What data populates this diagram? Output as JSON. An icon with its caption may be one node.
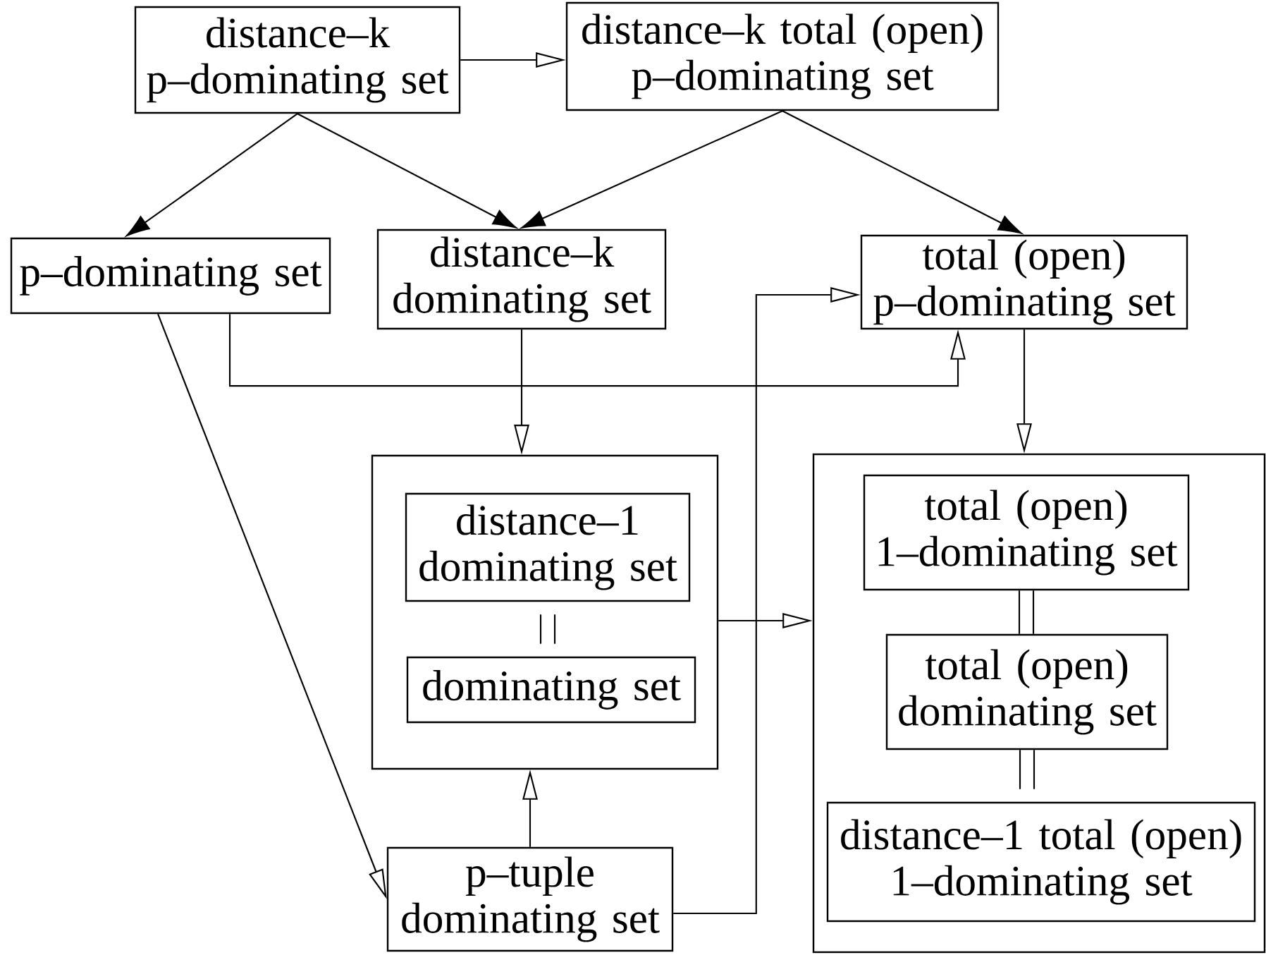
{
  "diagram": {
    "nodes": [
      {
        "text": [
          "distance–k p–dominating set"
        ]
      },
      {
        "text": [
          "distance–k total (open) p–dominating set"
        ]
      },
      {
        "text": [
          "p–dominating set"
        ]
      },
      {
        "text": [
          "distance–k dominating set"
        ]
      },
      {
        "text": [
          "total (open) p–dominating set"
        ]
      },
      {
        "text": [],
        "shape": "box"
      },
      {
        "text": [
          "distance–1 dominating set"
        ],
        "in": 5
      },
      {
        "text": [
          "dominating set"
        ],
        "in": 5
      },
      {
        "text": [
          "p–tuple dominating set"
        ]
      },
      {
        "text": [],
        "shape": "box"
      },
      {
        "text": [
          "total (open) 1–dominating set"
        ],
        "in": 9
      },
      {
        "text": [
          "total (open) dominating set"
        ],
        "in": 9
      },
      {
        "text": [
          "distance–1 total (open) 1–dominating set"
        ],
        "in": 9
      }
    ],
    "edges": [
      {
        "from": 0,
        "to": 1,
        "arrow": "to"
      },
      {
        "from": 0,
        "to": 2,
        "arrow": "to"
      },
      {
        "from": 0,
        "to": 3,
        "arrow": "to"
      },
      {
        "from": 1,
        "to": 3,
        "arrow": "to"
      },
      {
        "from": 1,
        "to": 4,
        "arrow": "to"
      },
      {
        "from": 2,
        "to": 4,
        "arrow": "to"
      },
      {
        "from": 3,
        "to": 5,
        "arrow": "to"
      },
      {
        "from": 4,
        "to": 9,
        "arrow": "to"
      },
      {
        "from": 2,
        "to": 8,
        "arrow": "to"
      },
      {
        "from": 8,
        "to": 5,
        "arrow": "to"
      },
      {
        "from": 8,
        "to": 4,
        "arrow": "to"
      },
      {
        "from": 5,
        "to": 9,
        "arrow": "to"
      },
      {
        "from": 6,
        "to": 7,
        "arrow": "none"
      },
      {
        "from": 10,
        "to": 11,
        "arrow": "none"
      },
      {
        "from": 11,
        "to": 12,
        "arrow": "none"
      }
    ]
  }
}
